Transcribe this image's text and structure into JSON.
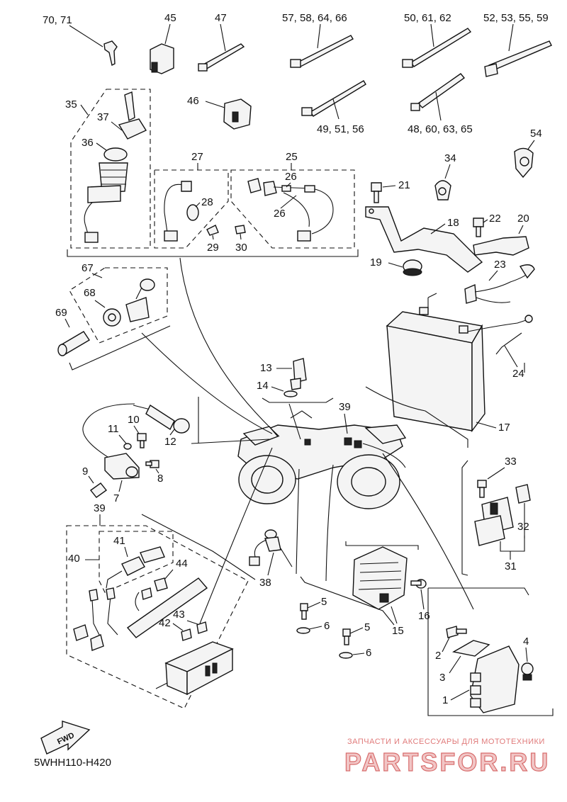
{
  "labels": {
    "l70_71": "70, 71",
    "l45": "45",
    "l47": "47",
    "l57_58_64_66": "57, 58, 64, 66",
    "l50_61_62": "50, 61, 62",
    "l52_53_55_59": "52, 53, 55, 59",
    "l35": "35",
    "l37": "37",
    "l36": "36",
    "l46": "46",
    "l49_51_56": "49, 51, 56",
    "l48_60_63_65": "48, 60, 63, 65",
    "l54": "54",
    "l27": "27",
    "l25": "25",
    "l26a": "26",
    "l26b": "26",
    "l28": "28",
    "l29": "29",
    "l30": "30",
    "l34": "34",
    "l21": "21",
    "l22": "22",
    "l20": "20",
    "l18": "18",
    "l19": "19",
    "l23": "23",
    "l67": "67",
    "l68": "68",
    "l69": "69",
    "l24": "24",
    "l13": "13",
    "l14": "14",
    "l17": "17",
    "l39a": "39",
    "l10": "10",
    "l11": "11",
    "l12": "12",
    "l9": "9",
    "l7": "7",
    "l8": "8",
    "l33": "33",
    "l39b": "39",
    "l32": "32",
    "l31": "31",
    "l40": "40",
    "l41": "41",
    "l44": "44",
    "l38": "38",
    "l5a": "5",
    "l6a": "6",
    "l5b": "5",
    "l6b": "6",
    "l16": "16",
    "l15": "15",
    "l42": "42",
    "l43": "43",
    "l2": "2",
    "l3": "3",
    "l4": "4",
    "l1": "1"
  },
  "fwd_label": "FWD",
  "diagram_code": "5WHH110-H420",
  "watermark": {
    "subtitle": "ЗАПЧАСТИ И АКСЕССУАРЫ ДЛЯ МОТОТЕХНИКИ",
    "brand": "PARTSFOR.RU"
  }
}
